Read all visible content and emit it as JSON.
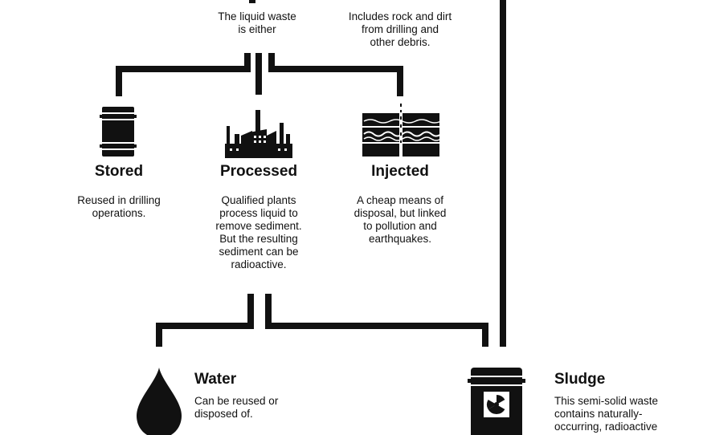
{
  "colors": {
    "ink": "#111111",
    "background": "#ffffff",
    "symbol_light": "#ffffff"
  },
  "top": {
    "liquid_desc": "The liquid waste\nis either",
    "solid_desc": "Includes rock and dirt\nfrom drilling and\nother debris."
  },
  "options": {
    "stored": {
      "title": "Stored",
      "desc": "Reused in drilling\noperations.",
      "icon": "oil-barrel-icon"
    },
    "processed": {
      "title": "Processed",
      "desc": "Qualified plants\nprocess liquid to\nremove sediment.\nBut the resulting\nsediment can be\nradioactive.",
      "icon": "factory-icon"
    },
    "injected": {
      "title": "Injected",
      "desc": "A cheap means of\ndisposal, but linked\nto pollution and\nearthquakes.",
      "icon": "rock-layers-icon"
    }
  },
  "outputs": {
    "water": {
      "title": "Water",
      "desc": "Can be reused or\ndisposed of.",
      "icon": "water-drop-icon"
    },
    "sludge": {
      "title": "Sludge",
      "desc": "This semi-solid waste\ncontains naturally-\noccurring, radioactive",
      "icon": "radioactive-barrel-icon"
    }
  }
}
